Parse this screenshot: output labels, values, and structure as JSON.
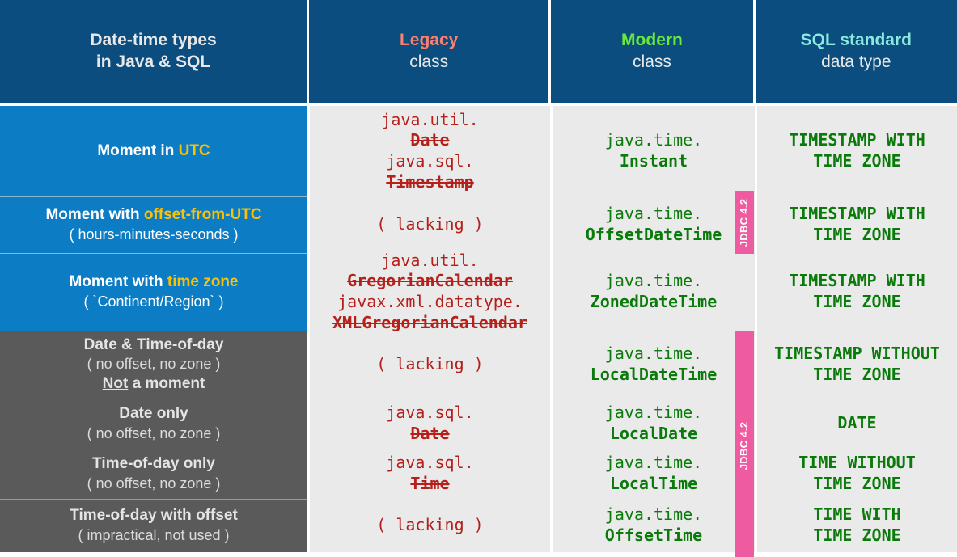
{
  "header": {
    "columns": [
      {
        "line1": "Date-time types",
        "line2": "in Java & SQL",
        "accent": "none"
      },
      {
        "line1": "Legacy",
        "line2": "class",
        "accent": "#fa8072"
      },
      {
        "line1": "Modern",
        "line2": "class",
        "accent": "#69e83c"
      },
      {
        "line1": "SQL standard",
        "line2": "data type",
        "accent": "#8ce8e0"
      }
    ]
  },
  "badges": {
    "jdbc_upper": "JDBC 4.2",
    "jdbc_lower": "JDBC 4.2"
  },
  "colors": {
    "header_blue": "#0b4d7e",
    "row_blue": "#0c7cc4",
    "row_gray": "#5a5a5a",
    "cell_bg": "#eaeaea",
    "legacy_red": "#b5201b",
    "modern_green": "#0a7a0a",
    "badge_pink": "#ef5ba1",
    "highlight_yellow": "#ffc000"
  },
  "rows": [
    {
      "group": "blue",
      "label_title_pre": "Moment in ",
      "label_title_hl": "UTC",
      "label_title_post": "",
      "label_sub": "",
      "label_sub2": "",
      "legacy": [
        {
          "pkg": "java.util.",
          "cls": "Date"
        },
        {
          "pkg": "java.sql.",
          "cls": "Timestamp"
        }
      ],
      "legacy_lacking": "",
      "modern_pkg": "java.time.",
      "modern_cls": "Instant",
      "sql": "TIMESTAMP WITH\nTIME ZONE"
    },
    {
      "group": "blue",
      "label_title_pre": "Moment with ",
      "label_title_hl": "offset-from-UTC",
      "label_title_post": "",
      "label_sub": "( hours-minutes-seconds )",
      "label_sub2": "",
      "legacy": [],
      "legacy_lacking": "( lacking )",
      "modern_pkg": "java.time.",
      "modern_cls": "OffsetDateTime",
      "sql": "TIMESTAMP WITH\nTIME ZONE"
    },
    {
      "group": "blue",
      "label_title_pre": "Moment with ",
      "label_title_hl": "time zone",
      "label_title_post": "",
      "label_sub": "( `Continent/Region` )",
      "label_sub2": "",
      "legacy": [
        {
          "pkg": "java.util.",
          "cls": "GregorianCalendar"
        },
        {
          "pkg": "javax.xml.datatype.",
          "cls": "XMLGregorianCalendar"
        }
      ],
      "legacy_lacking": "",
      "modern_pkg": "java.time.",
      "modern_cls": "ZonedDateTime",
      "sql": "TIMESTAMP WITH\nTIME ZONE"
    },
    {
      "group": "gray",
      "label_title_pre": "Date & Time-of-day",
      "label_title_hl": "",
      "label_title_post": "",
      "label_sub": "( no offset, no zone )",
      "label_sub2": "Not a moment",
      "label_sub2_underline": "Not",
      "legacy": [],
      "legacy_lacking": "( lacking )",
      "modern_pkg": "java.time.",
      "modern_cls": "LocalDateTime",
      "sql": "TIMESTAMP WITHOUT\nTIME ZONE"
    },
    {
      "group": "gray",
      "label_title_pre": "Date only",
      "label_title_hl": "",
      "label_title_post": "",
      "label_sub": "( no offset, no zone )",
      "label_sub2": "",
      "legacy": [
        {
          "pkg": "java.sql.",
          "cls": "Date"
        }
      ],
      "legacy_lacking": "",
      "modern_pkg": "java.time.",
      "modern_cls": "LocalDate",
      "sql": "DATE"
    },
    {
      "group": "gray",
      "label_title_pre": "Time-of-day only",
      "label_title_hl": "",
      "label_title_post": "",
      "label_sub": "( no offset, no zone )",
      "label_sub2": "",
      "legacy": [
        {
          "pkg": "java.sql.",
          "cls": "Time"
        }
      ],
      "legacy_lacking": "",
      "modern_pkg": "java.time.",
      "modern_cls": "LocalTime",
      "sql": "TIME WITHOUT\nTIME ZONE"
    },
    {
      "group": "gray",
      "label_title_pre": "Time-of-day with offset",
      "label_title_hl": "",
      "label_title_post": "",
      "label_sub": "( impractical, not used )",
      "label_sub2": "",
      "legacy": [],
      "legacy_lacking": "( lacking )",
      "modern_pkg": "java.time.",
      "modern_cls": "OffsetTime",
      "sql": "TIME WITH\nTIME ZONE"
    }
  ]
}
